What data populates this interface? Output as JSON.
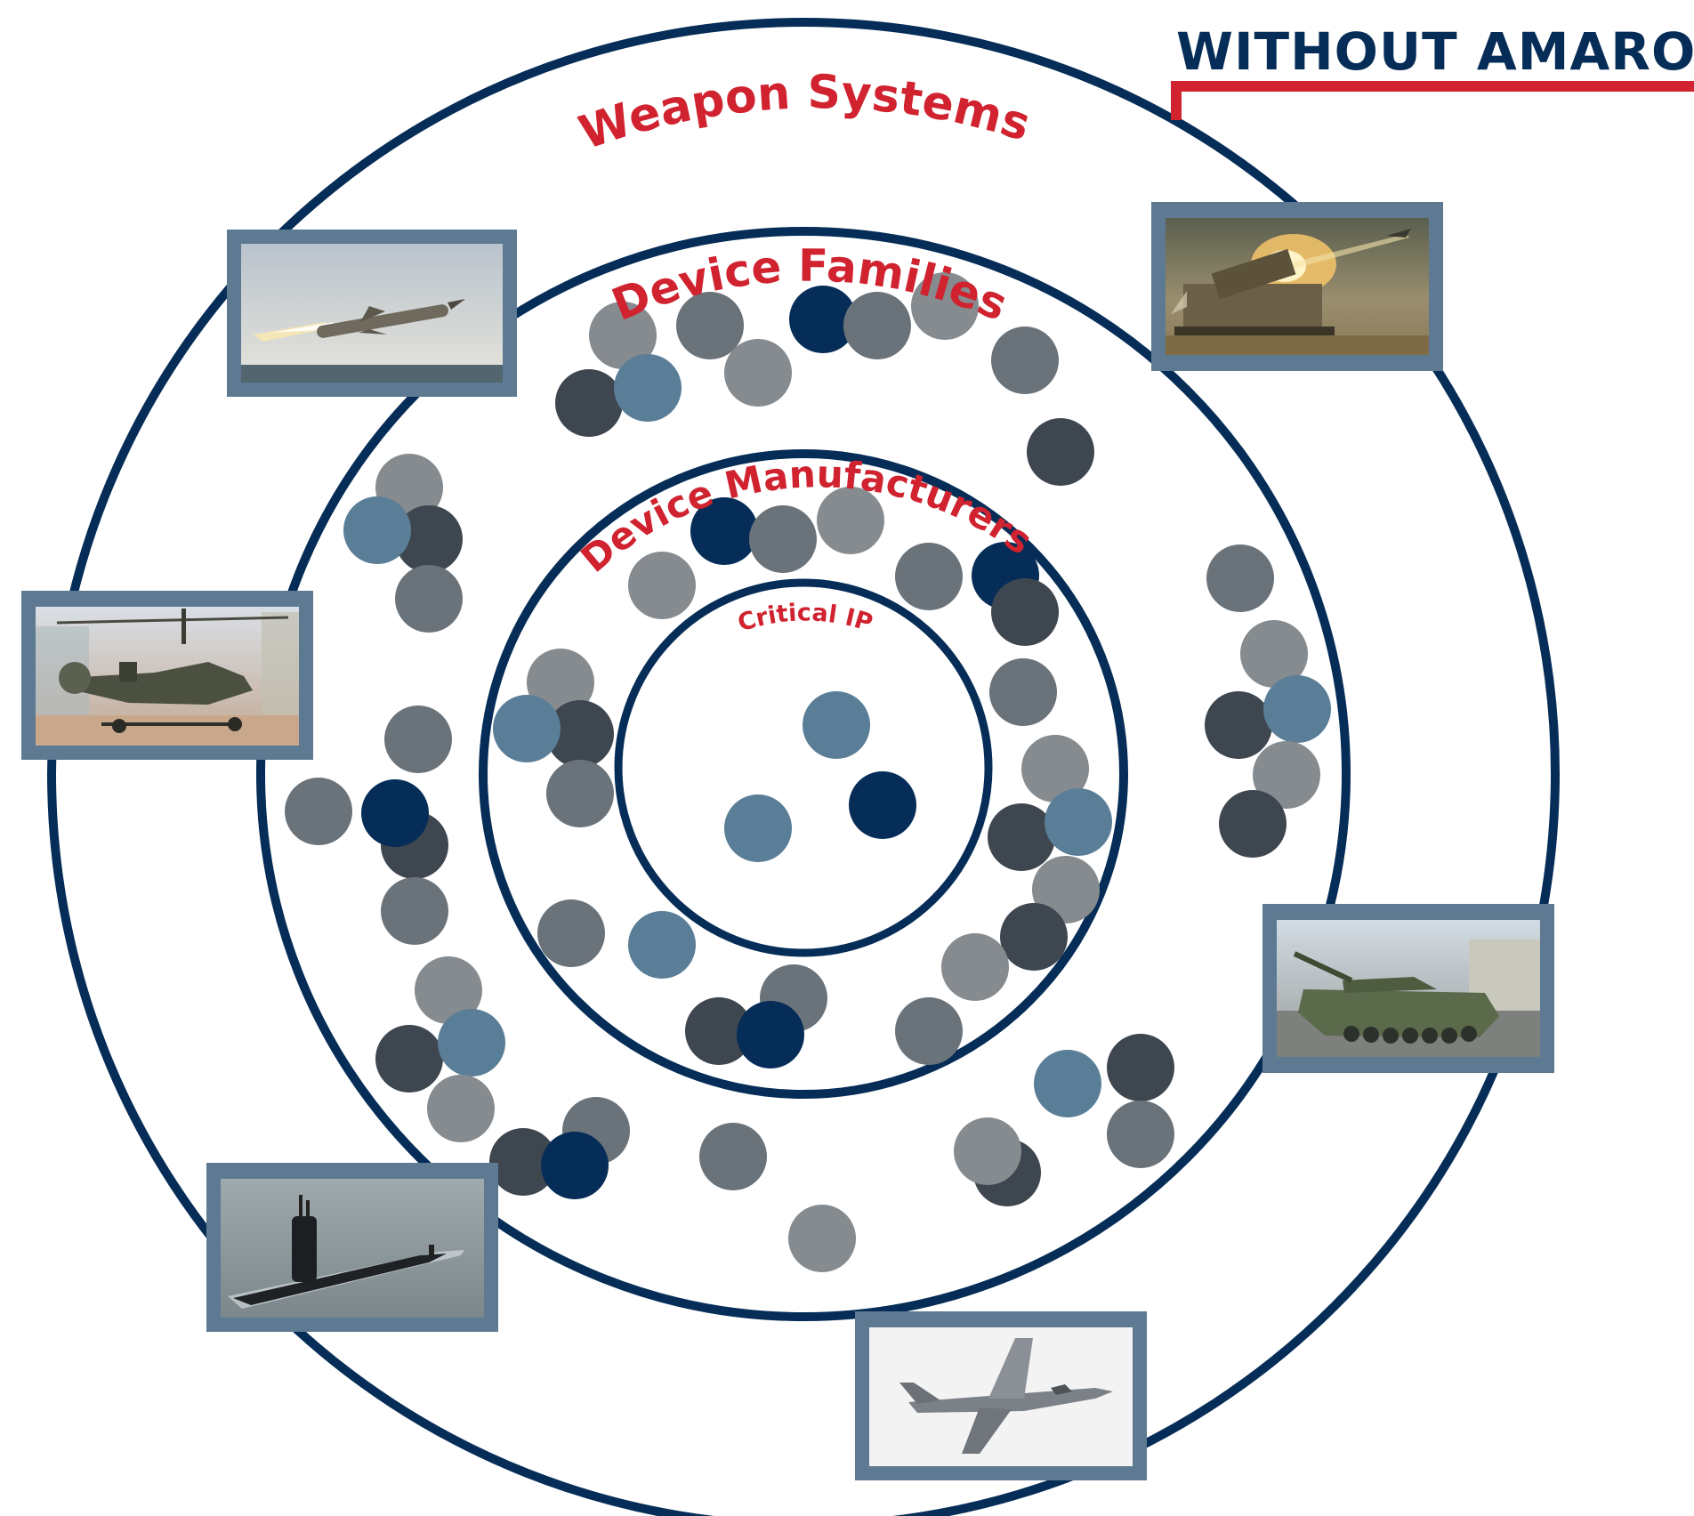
{
  "header": {
    "title": "WITHOUT AMARO"
  },
  "rings": [
    {
      "label": "Weapon Systems"
    },
    {
      "label": "Device Families"
    },
    {
      "label": "Device Manufacturers"
    },
    {
      "label": "Critical IP"
    }
  ],
  "weapon_images": [
    "cruise-missile",
    "rocket-launcher",
    "attack-helicopter",
    "amphibious-tank",
    "submarine",
    "fighter-jet"
  ],
  "colors": {
    "ring": "#062d57",
    "label": "#d0222f",
    "header_text": "#062d57",
    "header_accent": "#d0222f",
    "frame": "#5d7a92",
    "dot_navy": "#062d57",
    "dot_steel": "#5a7e98",
    "dot_gray": "#6b737a",
    "dot_light": "#868b8f",
    "dot_dark": "#3e464f"
  }
}
